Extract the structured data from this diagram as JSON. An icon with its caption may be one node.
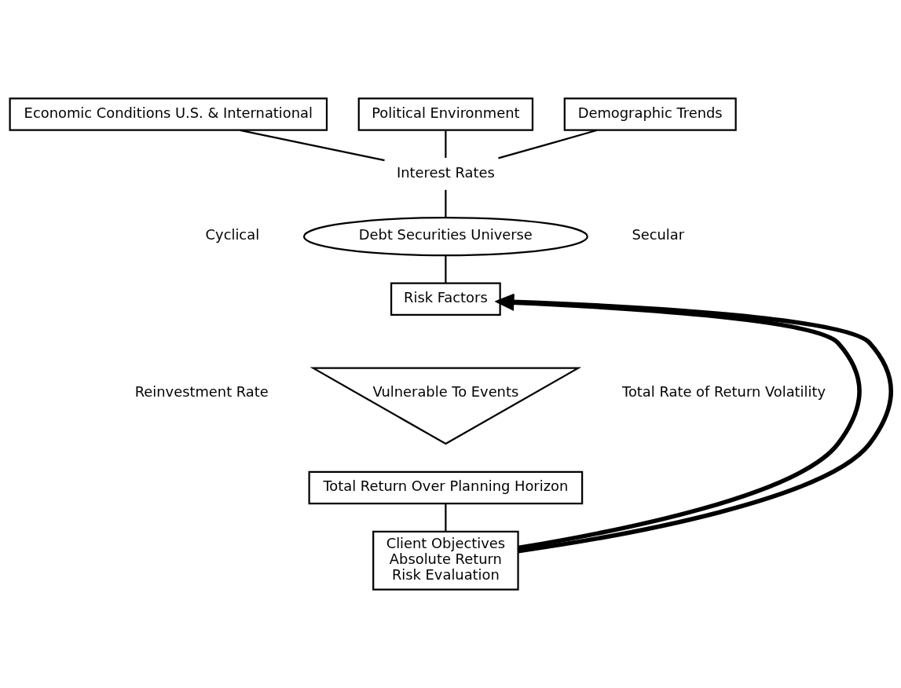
{
  "diagram": {
    "nodes": [
      {
        "text": [
          "Economic Conditions U.S. & International"
        ]
      },
      {
        "text": [
          "Political Environment"
        ]
      },
      {
        "text": [
          "Demographic Trends"
        ]
      },
      {
        "text": [
          "Interest Rates"
        ]
      },
      {
        "text": [
          "Debt Securities Universe"
        ]
      },
      {
        "text": [
          "Risk Factors"
        ]
      },
      {
        "text": [
          "Vulnerable To Events"
        ]
      },
      {
        "text": [
          "Total Return Over Planning Horizon"
        ]
      },
      {
        "text": [
          "Client Objectives",
          "Absolute Return",
          "Risk Evaluation"
        ]
      }
    ],
    "edges": [
      {
        "from": 0,
        "to": 3,
        "arrow": "none"
      },
      {
        "from": 1,
        "to": 3,
        "arrow": "none"
      },
      {
        "from": 2,
        "to": 3,
        "arrow": "none"
      },
      {
        "from": 3,
        "to": 4,
        "arrow": "none"
      },
      {
        "from": 4,
        "to": 5,
        "arrow": "none"
      },
      {
        "from": 7,
        "to": 8,
        "arrow": "none"
      },
      {
        "from": 8,
        "to": 5,
        "arrow": "to",
        "style": "thick"
      },
      {
        "from": 8,
        "to": 5,
        "arrow": "to",
        "style": "thick"
      }
    ],
    "labels": [
      "Cyclical",
      "Secular",
      "Reinvestment Rate",
      "Total Rate of Return Volatility"
    ]
  }
}
